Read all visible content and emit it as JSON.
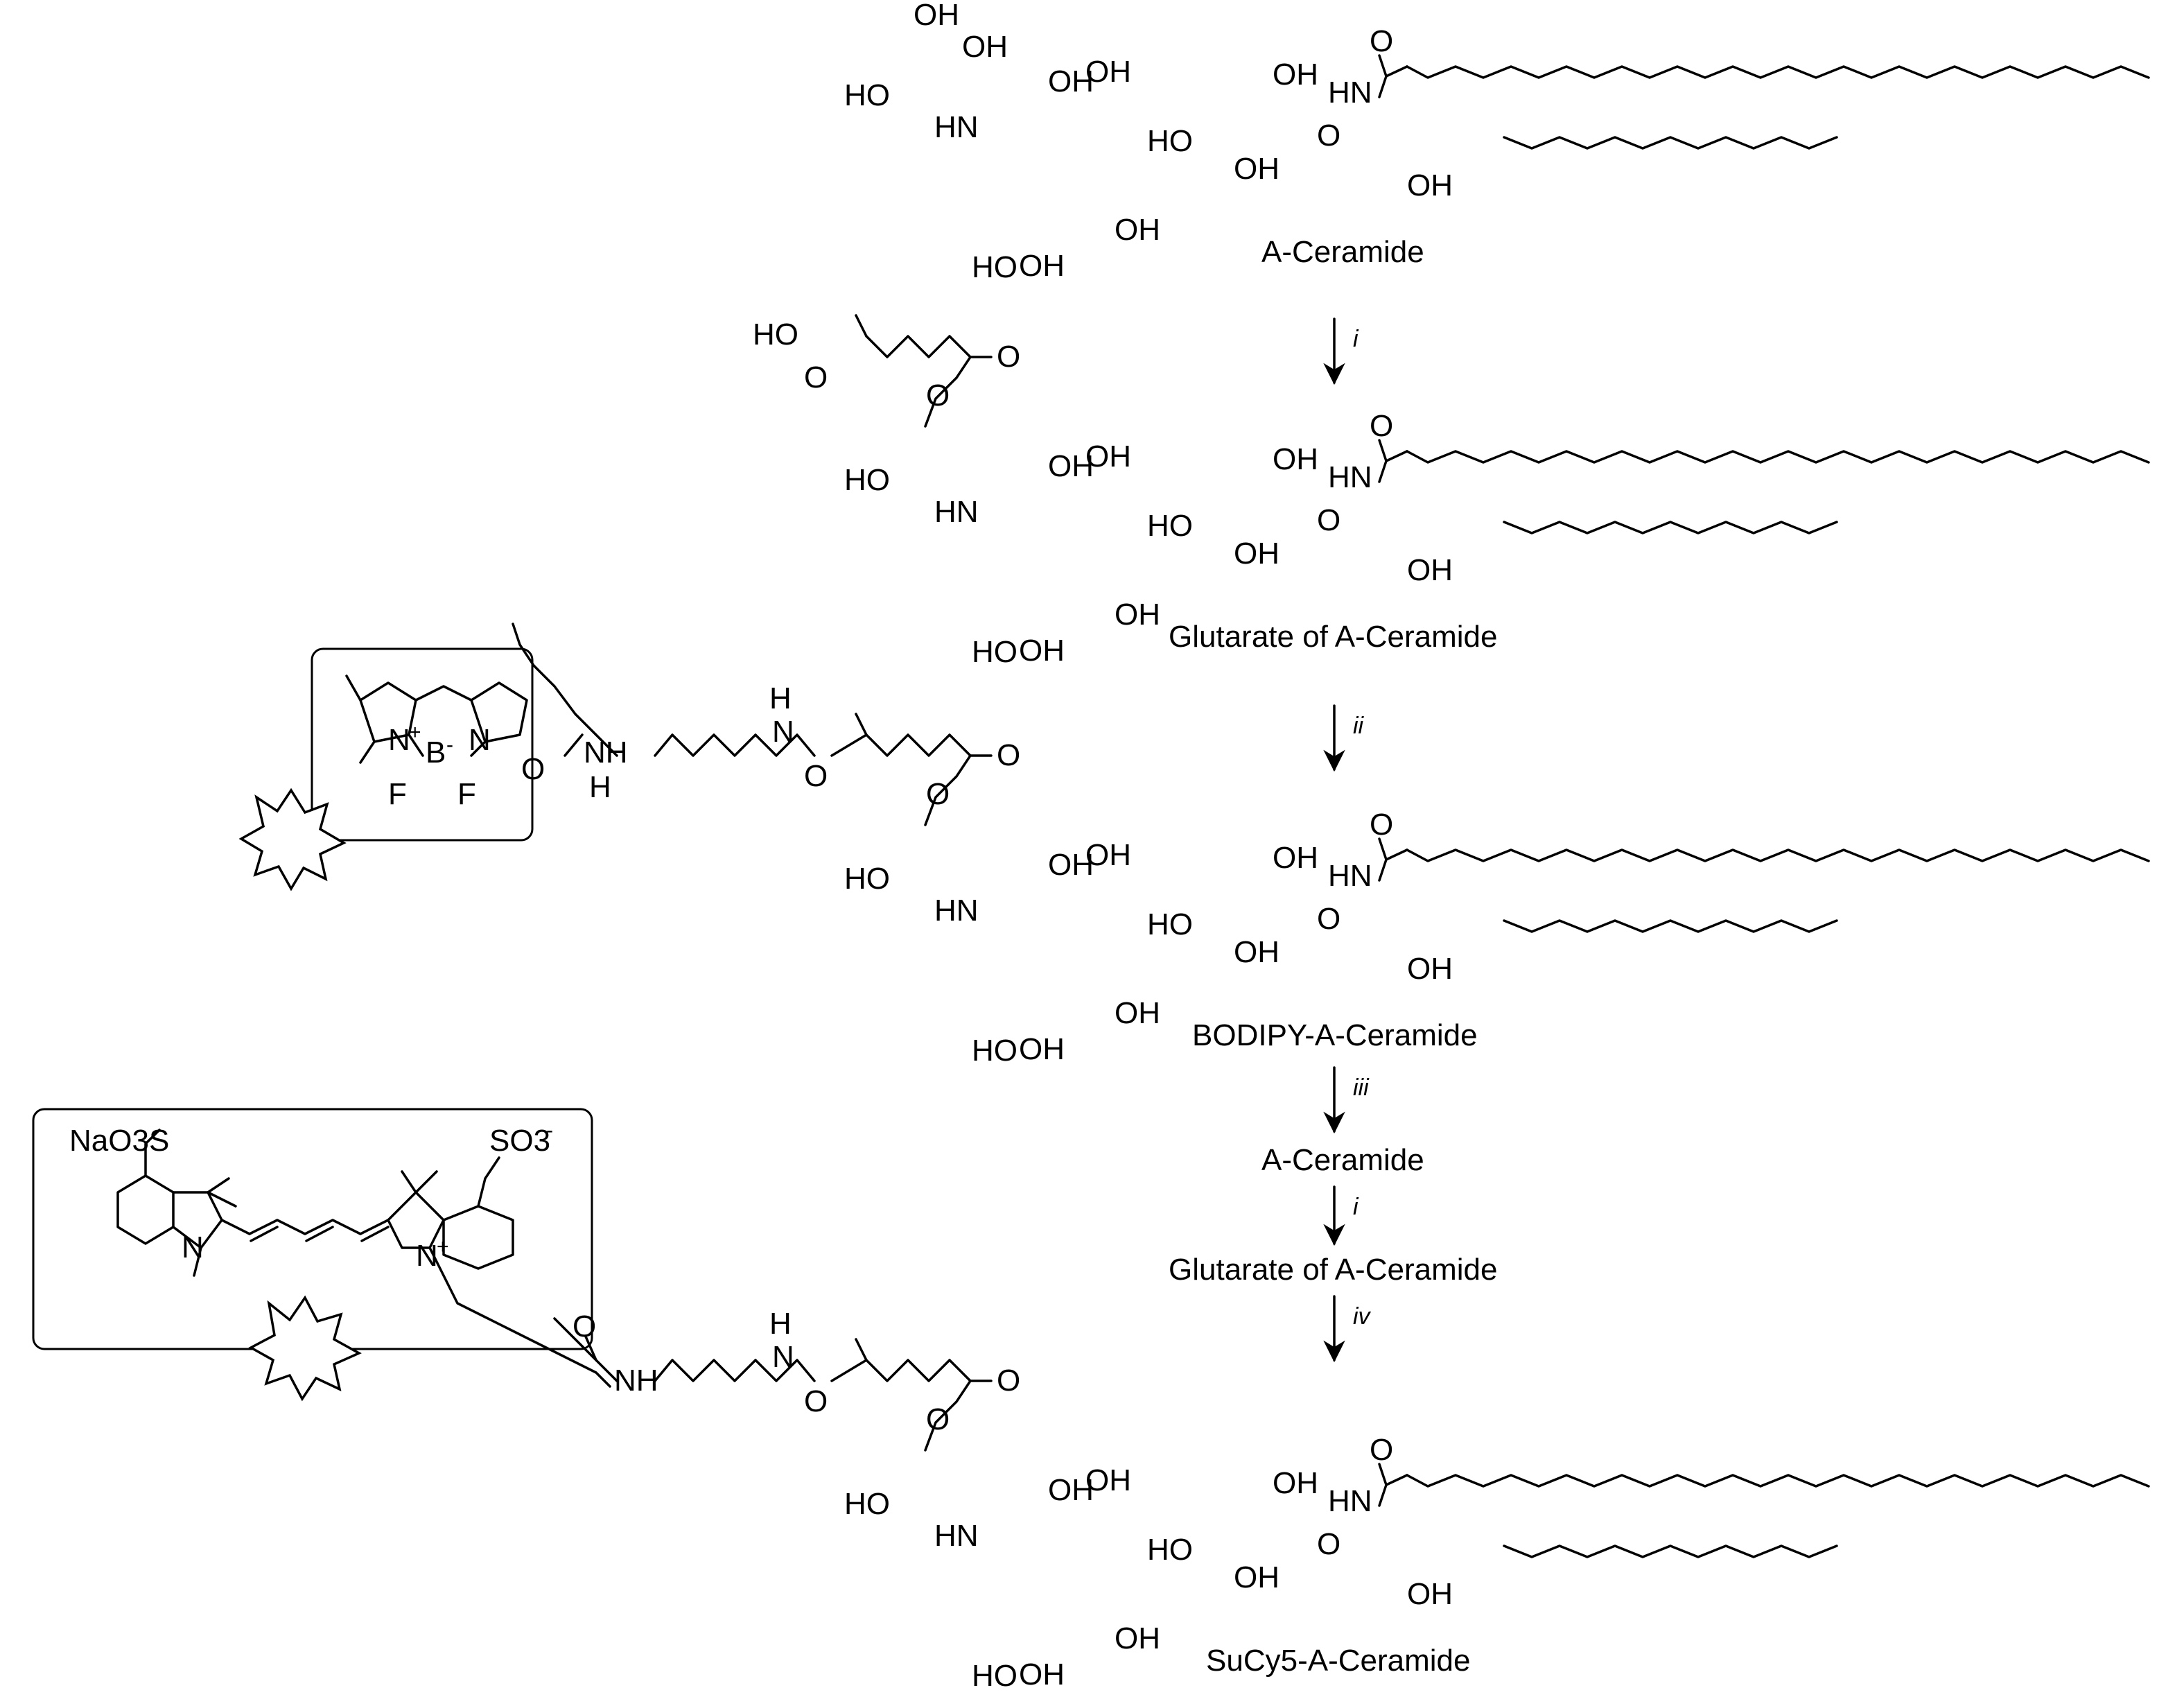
{
  "captions": {
    "a_ceramide": "A-Ceramide",
    "glutarate": "Glutarate of A-Ceramide",
    "bodipy": "BODIPY-A-Ceramide",
    "a_ceramide_2": "A-Ceramide",
    "glutarate_2": "Glutarate of A-Ceramide",
    "sucy5": "SuCy5-A-Ceramide"
  },
  "steps": {
    "step1": "i",
    "step2": "ii",
    "step3": "iii",
    "step4": "i",
    "step5": "iv"
  },
  "atom_labels": {
    "OH": "OH",
    "HO": "HO",
    "O": "O",
    "HN": "HN",
    "NH": "NH",
    "N": "N",
    "H": "H",
    "F": "F",
    "B": "B",
    "Np": "N",
    "plus": "+",
    "minus": "-",
    "HO_acid": "HO",
    "NaO3S": "NaO3S",
    "SO3": "SO3",
    "HODIOL": "HO",
    "OH2": "OH"
  }
}
